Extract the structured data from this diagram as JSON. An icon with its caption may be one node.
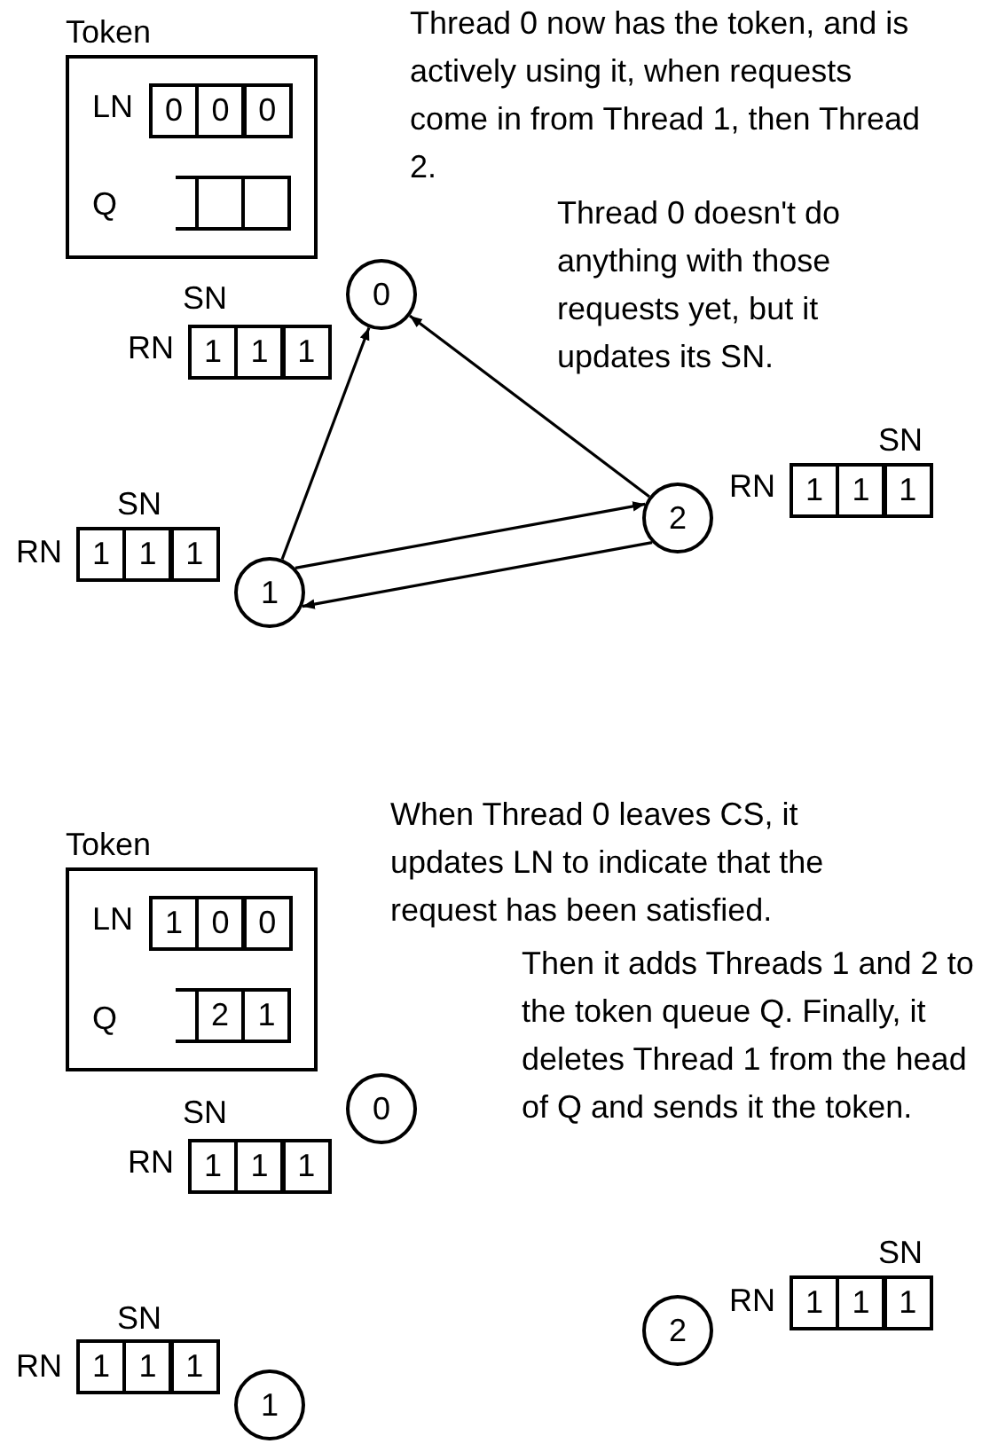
{
  "diagram": {
    "nodes": [
      {
        "text": [
          "Token"
        ]
      },
      {
        "text": [
          "0"
        ],
        "in": 0
      },
      {
        "text": [
          "0"
        ],
        "in": 0
      },
      {
        "text": [
          "0"
        ],
        "in": 0
      },
      {
        "text": [],
        "shape": "box",
        "in": 0
      },
      {
        "text": [],
        "shape": "box",
        "in": 0
      },
      {
        "text": [
          "0"
        ]
      },
      {
        "text": [
          "1"
        ]
      },
      {
        "text": [
          "1"
        ]
      },
      {
        "text": [
          "1"
        ]
      },
      {
        "text": [
          "1"
        ]
      },
      {
        "text": [
          "1"
        ]
      },
      {
        "text": [
          "1"
        ]
      },
      {
        "text": [
          "2"
        ]
      },
      {
        "text": [
          "1"
        ]
      },
      {
        "text": [
          "1"
        ]
      },
      {
        "text": [
          "1"
        ]
      },
      {
        "text": [
          "1"
        ]
      },
      {
        "text": [
          "Token"
        ]
      },
      {
        "text": [
          "1"
        ],
        "in": 18
      },
      {
        "text": [
          "0"
        ],
        "in": 18
      },
      {
        "text": [
          "0"
        ],
        "in": 18
      },
      {
        "text": [
          "2"
        ],
        "in": 18
      },
      {
        "text": [
          "1"
        ],
        "in": 18
      },
      {
        "text": [
          "1"
        ]
      },
      {
        "text": [
          "1"
        ]
      },
      {
        "text": [
          "1"
        ]
      },
      {
        "text": [
          "0"
        ]
      },
      {
        "text": [
          "1"
        ]
      },
      {
        "text": [
          "1"
        ]
      },
      {
        "text": [
          "1"
        ]
      },
      {
        "text": [
          "2"
        ]
      },
      {
        "text": [
          "1"
        ]
      },
      {
        "text": [
          "1"
        ]
      },
      {
        "text": [
          "1"
        ]
      },
      {
        "text": [
          "1"
        ]
      }
    ],
    "edges": [
      {
        "from": 17,
        "to": 6,
        "arrow": "to"
      },
      {
        "from": 13,
        "to": 6,
        "arrow": "to"
      },
      {
        "from": 13,
        "to": 17,
        "arrow": "to"
      },
      {
        "from": 17,
        "to": 13,
        "arrow": "to"
      }
    ],
    "labels": [
      "Thread 0 now has the token, and is actively using it, when requests come in from Thread 1, then Thread 2.",
      "LN",
      "Q",
      "Thread 0 doesn't do anything with those requests yet, but it updates its SN.",
      "SN",
      "RN",
      "SN",
      "RN",
      "SN",
      "RN",
      "When Thread 0 leaves CS, it updates LN to indicate that the request has been satisfied.",
      "LN",
      "Then it adds Threads 1 and 2 to the token queue Q. Finally, it deletes Thread 1 from the head of Q and sends it the token.",
      "Q",
      "SN",
      "RN",
      "SN",
      "RN",
      "SN",
      "RN"
    ]
  }
}
